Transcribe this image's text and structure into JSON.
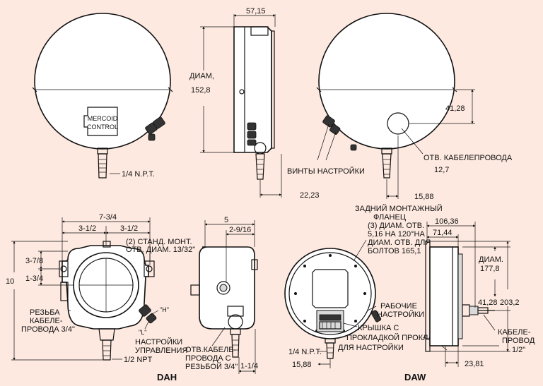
{
  "top_views": {
    "front_badge": [
      "MERCOID",
      "CONTROL"
    ],
    "pipe_label": "1/4 N.P.T.",
    "depth": "57,15",
    "diameter": [
      "ДИАМ,",
      "152,8"
    ],
    "right_offset": "22,23",
    "adjust_screws": "ВИНТЫ НАСТРОЙКИ",
    "conduit_offset": "41,28",
    "conduit_hole": [
      "ОТВ. КАБЕЛЕПРОВОДА",
      "12,7"
    ],
    "conduit_dist": "15,88"
  },
  "dah": {
    "title": "DAH",
    "width_total": "7-3/4",
    "width_half_left": "3-1/2",
    "width_half_right": "3-1/2",
    "height_total": "10",
    "height_upper": "3-7/8",
    "height_lower": "1-3/4",
    "mount_holes": [
      "(2) СТАНД. МОНТ.",
      "ОТВ. ДИАМ. 13/32\""
    ],
    "cable_thread": [
      "РЕЗЬБА",
      "КАБЕЛЕ-",
      "ПРОВОДА 3/4\""
    ],
    "mark_h": "\"H\"",
    "mark_l": "\"L\"",
    "control_settings": [
      "НАСТРОЙКИ",
      "УПРАВЛЕНИЯ"
    ],
    "npt": "1/2 NPT",
    "side_depth": "5",
    "side_offset": "2-9/16",
    "conduit_thread": [
      "ОТВ.КАБЕЛЕ-",
      "ПРОВОДА С",
      "РЕЗЬБОЙ 3/4\""
    ],
    "side_bottom": "1-1/4"
  },
  "daw": {
    "title": "DAW",
    "back_flange": [
      "ЗАДНИЙ МОНТАЖНЫЙ",
      "ФЛАНЕЦ",
      "(3) ДИАМ. ОТВ.",
      "5,16 НА 120°НА",
      "ДИАМ. ОТВ. ДЛЯ",
      "БОЛТОВ 165,1"
    ],
    "work_settings": [
      "РАБОЧИЕ",
      "НАСТРОЙКИ"
    ],
    "cover": [
      "КРЫШКА С",
      "ПРОКЛАДКОЙ ПРОКЛАДКА",
      "ДЛЯ НАСТРОЙКИ"
    ],
    "npt": "1/4 N.P.T.",
    "npt_dist": "15,88",
    "dim_outer": "106,36",
    "dim_inner": "71,44",
    "diameter": [
      "ДИАМ.",
      "177,8"
    ],
    "dim_41": "41,28",
    "dim_203": "203,2",
    "cable": [
      "КАБЕЛЕ-",
      "ПРОВОД",
      "1/2\""
    ],
    "dim_bottom": "23,81"
  }
}
